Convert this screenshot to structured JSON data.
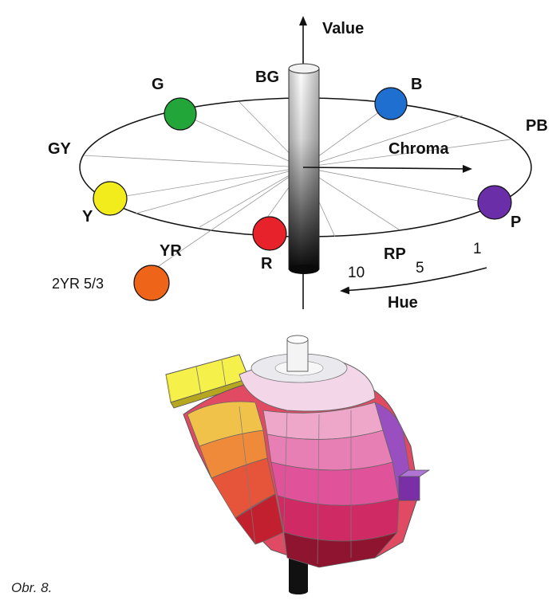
{
  "diagram": {
    "axis_value_label": "Value",
    "axis_chroma_label": "Chroma",
    "axis_hue_label": "Hue",
    "hue_labels": {
      "bg": "BG",
      "b": "B",
      "pb": "PB",
      "p": "P",
      "rp": "RP",
      "r": "R",
      "yr": "YR",
      "y": "Y",
      "gy": "GY",
      "g": "G"
    },
    "hue_scale": {
      "one": "1",
      "five": "5",
      "ten": "10"
    },
    "sample_label": "2YR 5/3",
    "colors": {
      "g": "#22a63a",
      "b": "#1f6fd1",
      "p": "#6a2fa8",
      "y": "#f2ec1c",
      "r": "#e8222a",
      "sample": "#ee6418"
    }
  },
  "caption": "Obr. 8."
}
